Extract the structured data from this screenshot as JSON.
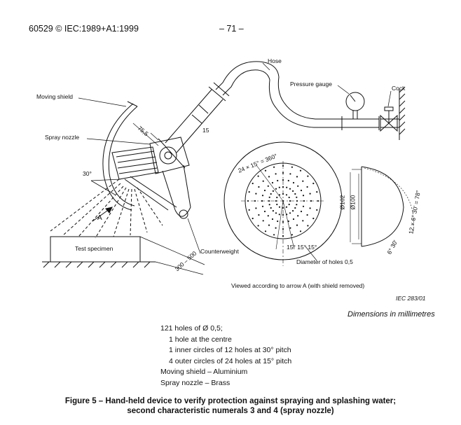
{
  "header": {
    "standard": "60529 © IEC:1989+A1:1999",
    "page": "– 71 –"
  },
  "labels": {
    "hose": "Hose",
    "pressure_gauge": "Pressure gauge",
    "cock": "Cock",
    "moving_shield": "Moving shield",
    "spray_nozzle": "Spray nozzle",
    "counterweight": "Counterweight",
    "test_specimen": "Test specimen",
    "diameter_of_holes": "Diameter of holes 0,5",
    "viewed_note": "Viewed according to arrow A (with shield removed)",
    "iec_ref": "IEC   283/01",
    "arrow_a": "A",
    "dim_75_5": "75,5",
    "dim_15": "15",
    "dim_30deg": "30°",
    "dim_300_500": "300 – 500",
    "dim_24x15": "24 × 15° = 360°",
    "dim_d102": "Ø102",
    "dim_d100": "Ø100",
    "dim_angles_right": "12 × 6° 30' = 78°",
    "dim_6_30": "6° 30'",
    "dim_15_15_15": "15° 15° 15°"
  },
  "units_note": "Dimensions in millimetres",
  "notes": [
    "121 holes of Ø 0,5;",
    "1 hole at the centre",
    "1 inner circles of 12 holes at 30° pitch",
    "4 outer circles of 24 holes at 15° pitch",
    "Moving shield – Aluminium",
    "Spray nozzle – Brass"
  ],
  "caption": {
    "line1": "Figure 5 – Hand-held device to verify protection against spraying and splashing water;",
    "line2": "second characteristic numerals 3 and 4 (spray nozzle)"
  }
}
